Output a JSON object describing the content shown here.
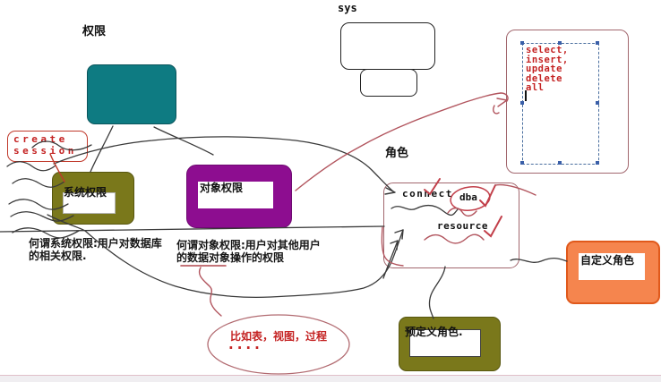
{
  "labels": {
    "permissions": "权限",
    "sys": "sys",
    "role": "角色"
  },
  "system_box": {
    "label": "系统权限"
  },
  "object_box": {
    "label": "对象权限"
  },
  "create_session": {
    "line1": "create",
    "line2": "session"
  },
  "privilege_list": {
    "lines": [
      "select,",
      "insert,",
      "update",
      "delete",
      "all"
    ]
  },
  "role_box": {
    "connect": "connect",
    "dba": "dba",
    "resource": "resource"
  },
  "custom_role_box": {
    "label": "自定义角色"
  },
  "predefined_role_box": {
    "label": "预定义角色."
  },
  "notes": {
    "system": {
      "line1": "何谓系统权限:用户对数据库",
      "line2": "的相关权限."
    },
    "object": {
      "line1": "何谓对象权限:用户对其他用户",
      "line2": "的数据对象操作的权限"
    }
  },
  "example_ellipse": {
    "line1": "比如表，视图，过程",
    "line2": "...."
  },
  "colors": {
    "teal": "#0E7B82",
    "olive": "#7A781B",
    "purple": "#8D0D90",
    "orange": "#F5854E",
    "orange_border": "#E0591B",
    "red_text": "#C42222",
    "sketch_red": "#B2555E",
    "sketch_black": "#3A3A3A",
    "selection_blue": "#4A6F9F",
    "frame_red": "#A2676E"
  }
}
